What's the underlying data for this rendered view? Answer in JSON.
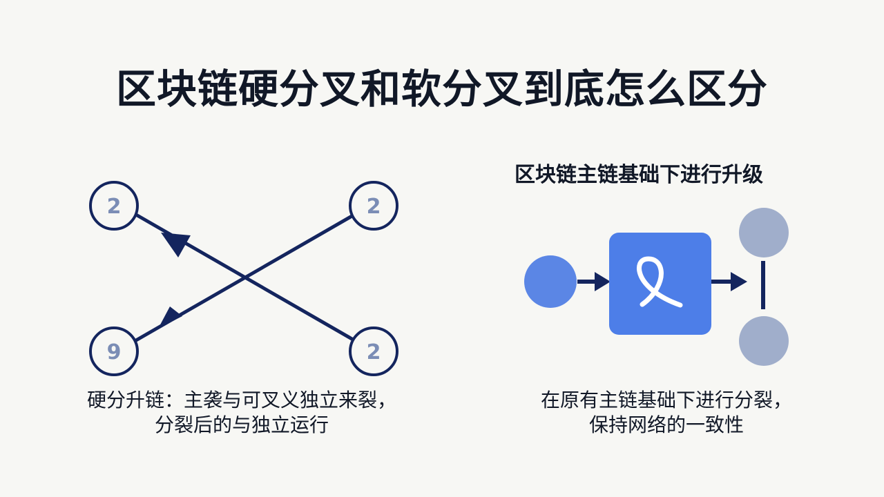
{
  "title": "区块链硬分叉和软分叉到底怎么区分",
  "hard_fork": {
    "nodes": [
      {
        "label": "2"
      },
      {
        "label": "2"
      },
      {
        "label": "9"
      },
      {
        "label": "2"
      }
    ],
    "caption_line1": "硬分升链：主袭与可叉义独立来裂，",
    "caption_line2": "分裂后的与独立运行"
  },
  "soft_fork": {
    "heading": "区块链主链基础下进行升级",
    "caption_line1": "在原有主链基础下进行分裂，",
    "caption_line2": "保持网络的一致性",
    "colors": {
      "source": "#5b86e5",
      "center": "#4d7ee8",
      "branches": "#a0aecb",
      "arrows": "#14255e"
    }
  }
}
